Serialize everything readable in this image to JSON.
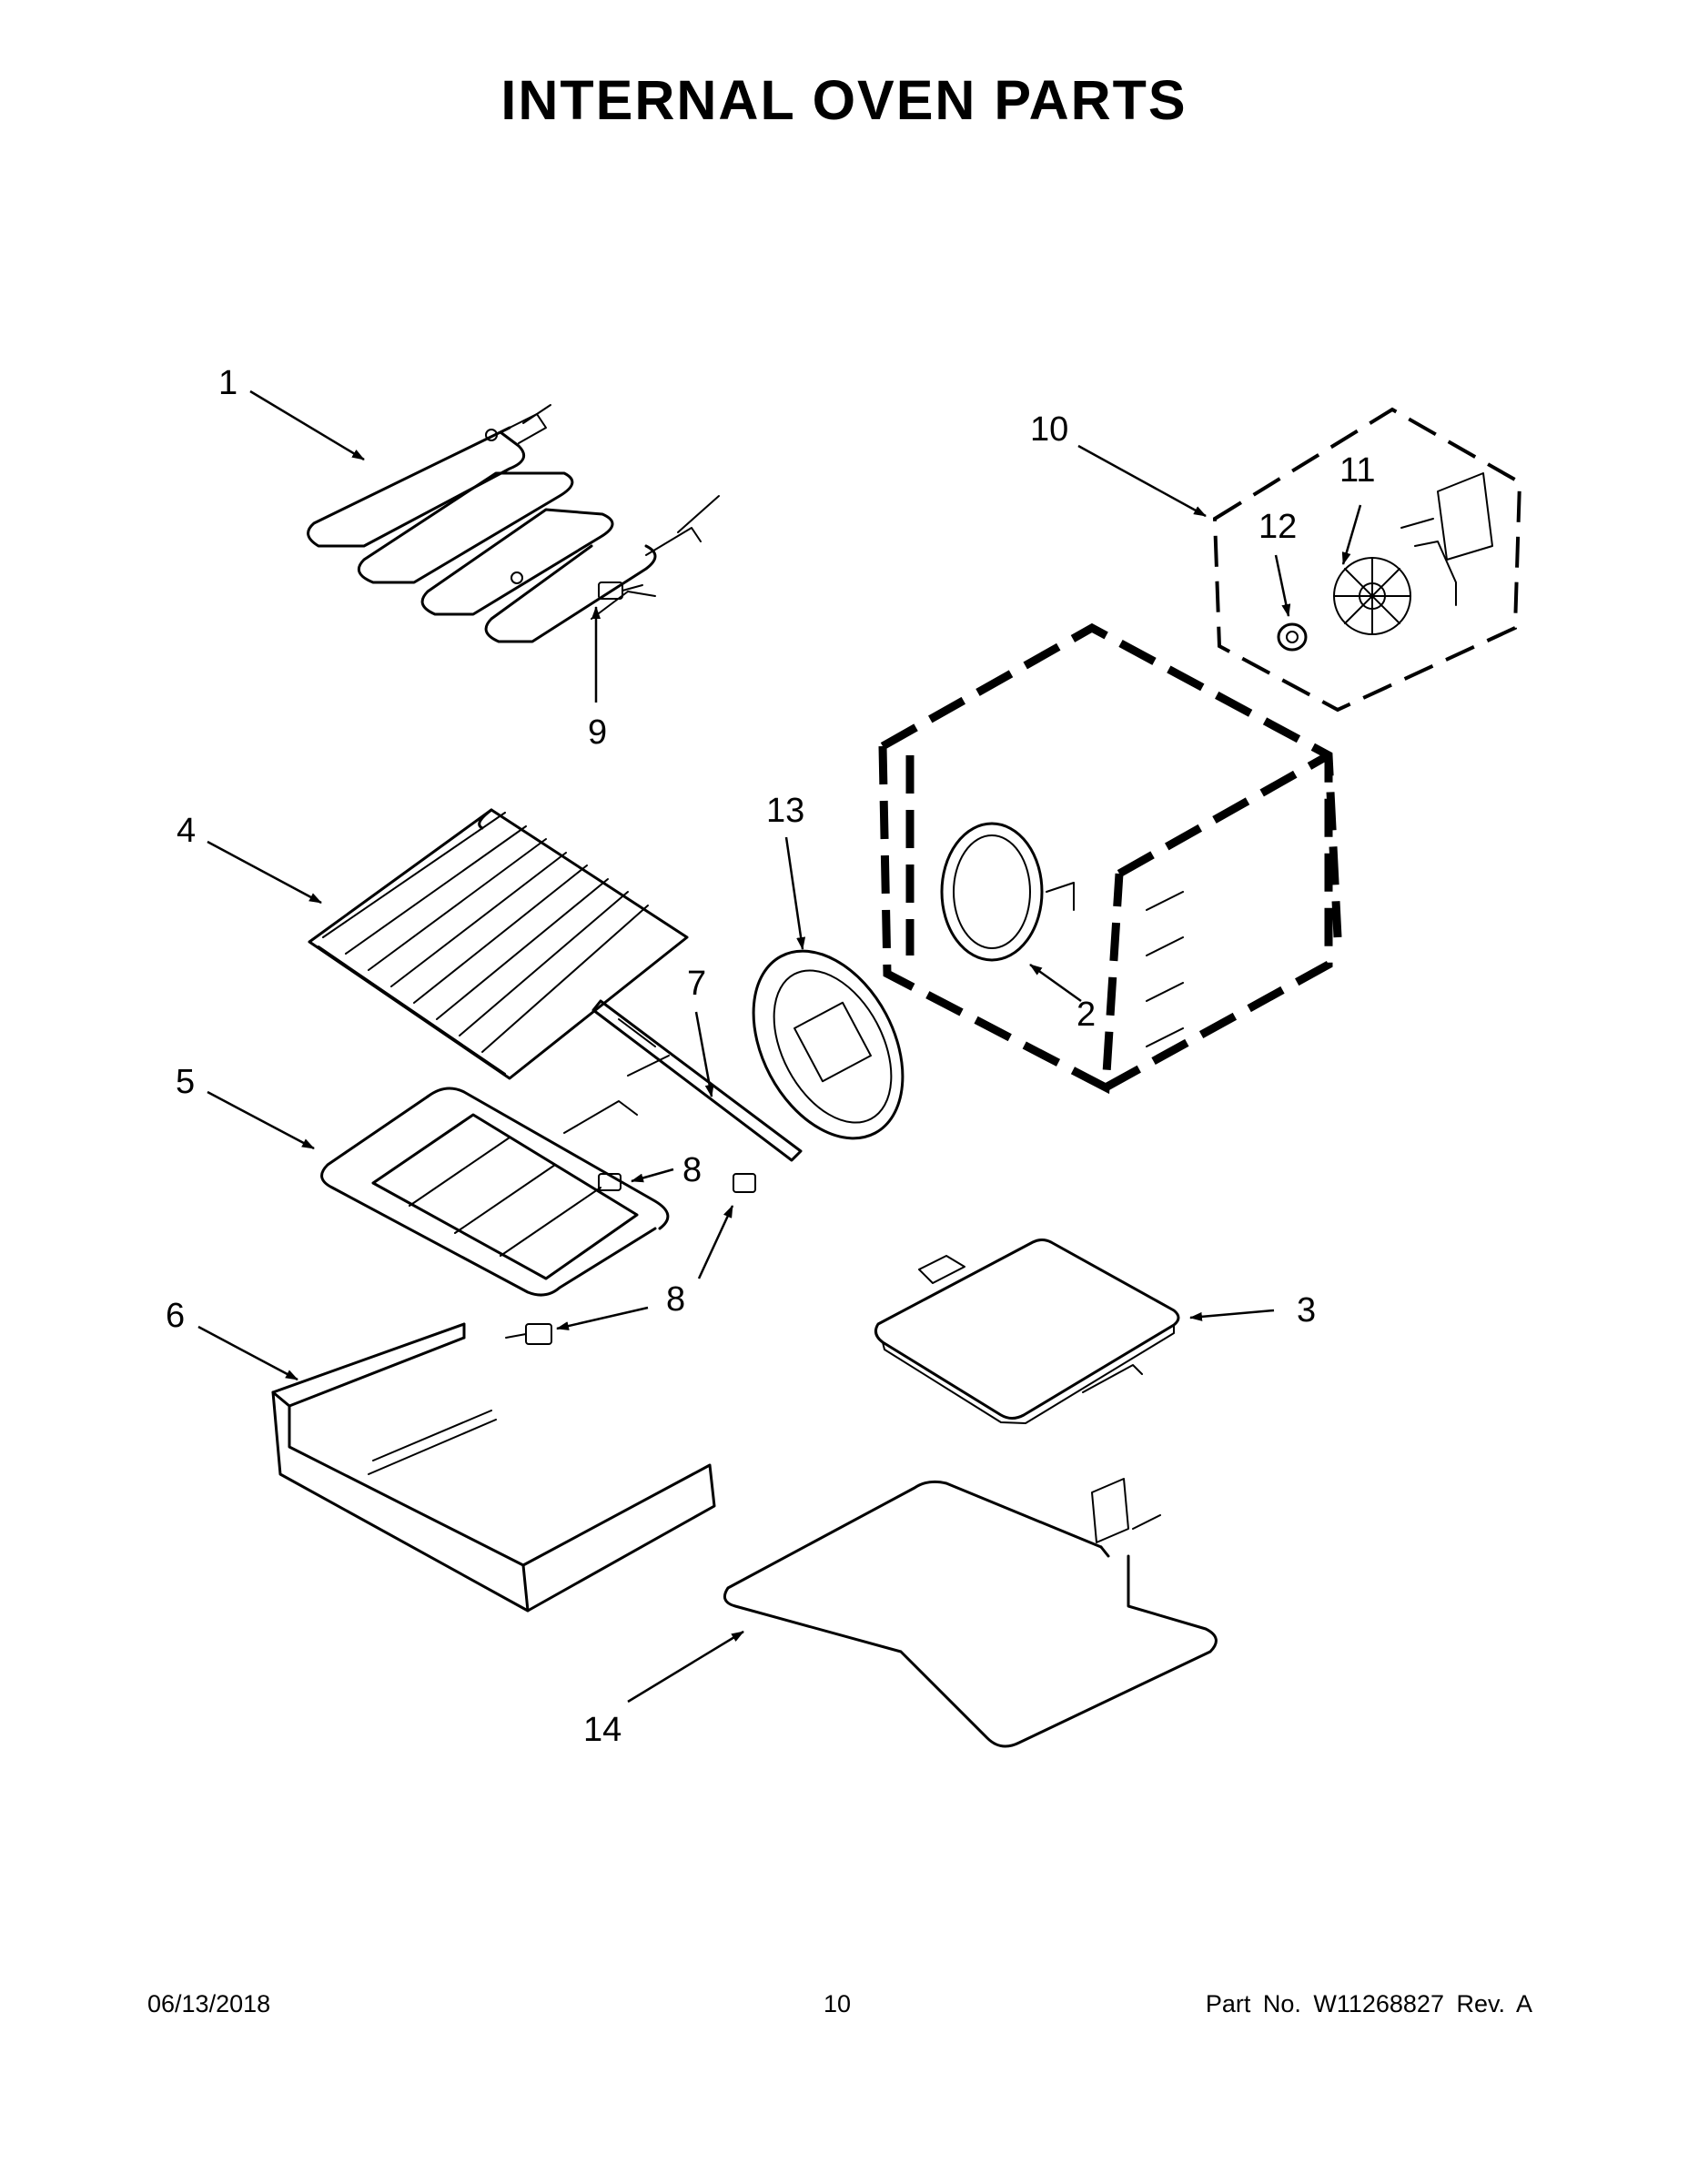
{
  "page": {
    "title": "INTERNAL OVEN PARTS"
  },
  "callouts": [
    "1",
    "2",
    "3",
    "4",
    "5",
    "6",
    "7",
    "8",
    "8",
    "9",
    "10",
    "11",
    "12",
    "13",
    "14"
  ],
  "footer": {
    "date": "06/13/2018",
    "page_number": "10",
    "part_number": "Part No.  W11268827  Rev.  A"
  }
}
